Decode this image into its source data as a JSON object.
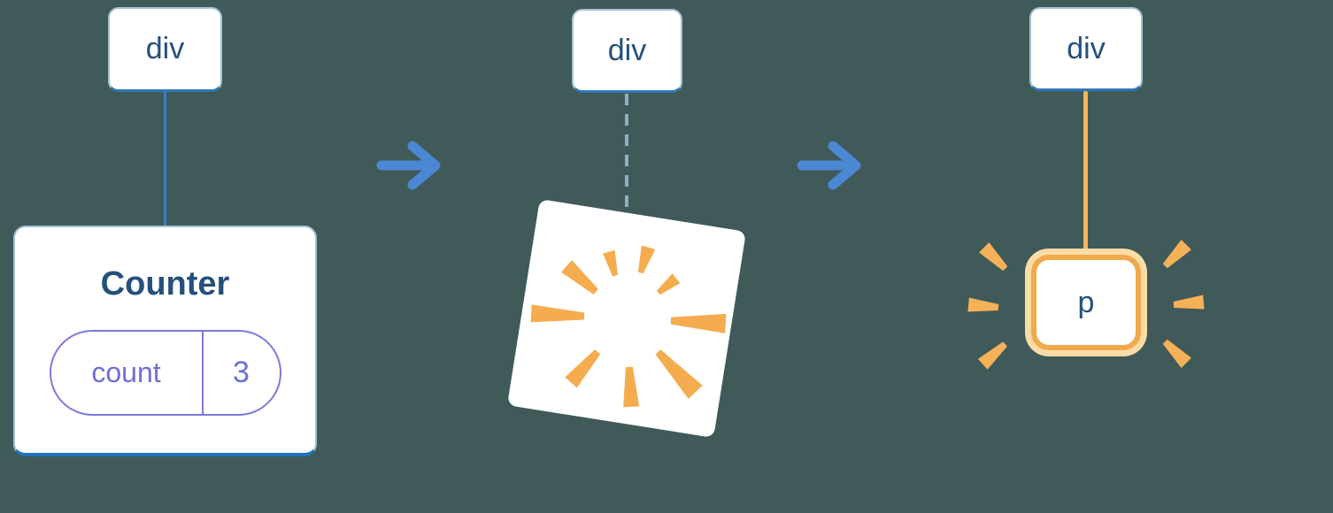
{
  "colors": {
    "background": "#3F5A59",
    "node_text": "#25507C",
    "node_border": "#A5C2D4",
    "node_border_bottom": "#2F77B8",
    "card_border_bottom": "#1F72C1",
    "connector_blue": "#3A7EC0",
    "connector_dashed": "#93AEC2",
    "connector_orange": "#F6B45C",
    "arrow_blue": "#4B87D3",
    "state_purple": "#6E6FD6",
    "burst_orange": "#F4AC4F",
    "highlight_ring": "#F2A94C",
    "highlight_glow": "#FBDCA6"
  },
  "icons": {
    "arrow_right": "→",
    "poof_burst": "radial-orange-spikes",
    "highlight_sparks": "orange-spark-dashes"
  },
  "tree_before": {
    "root_label": "div",
    "component_title": "Counter",
    "state": {
      "key": "count",
      "value": "3"
    }
  },
  "tree_during": {
    "root_label": "div"
  },
  "tree_after": {
    "root_label": "div",
    "child_label": "p"
  }
}
